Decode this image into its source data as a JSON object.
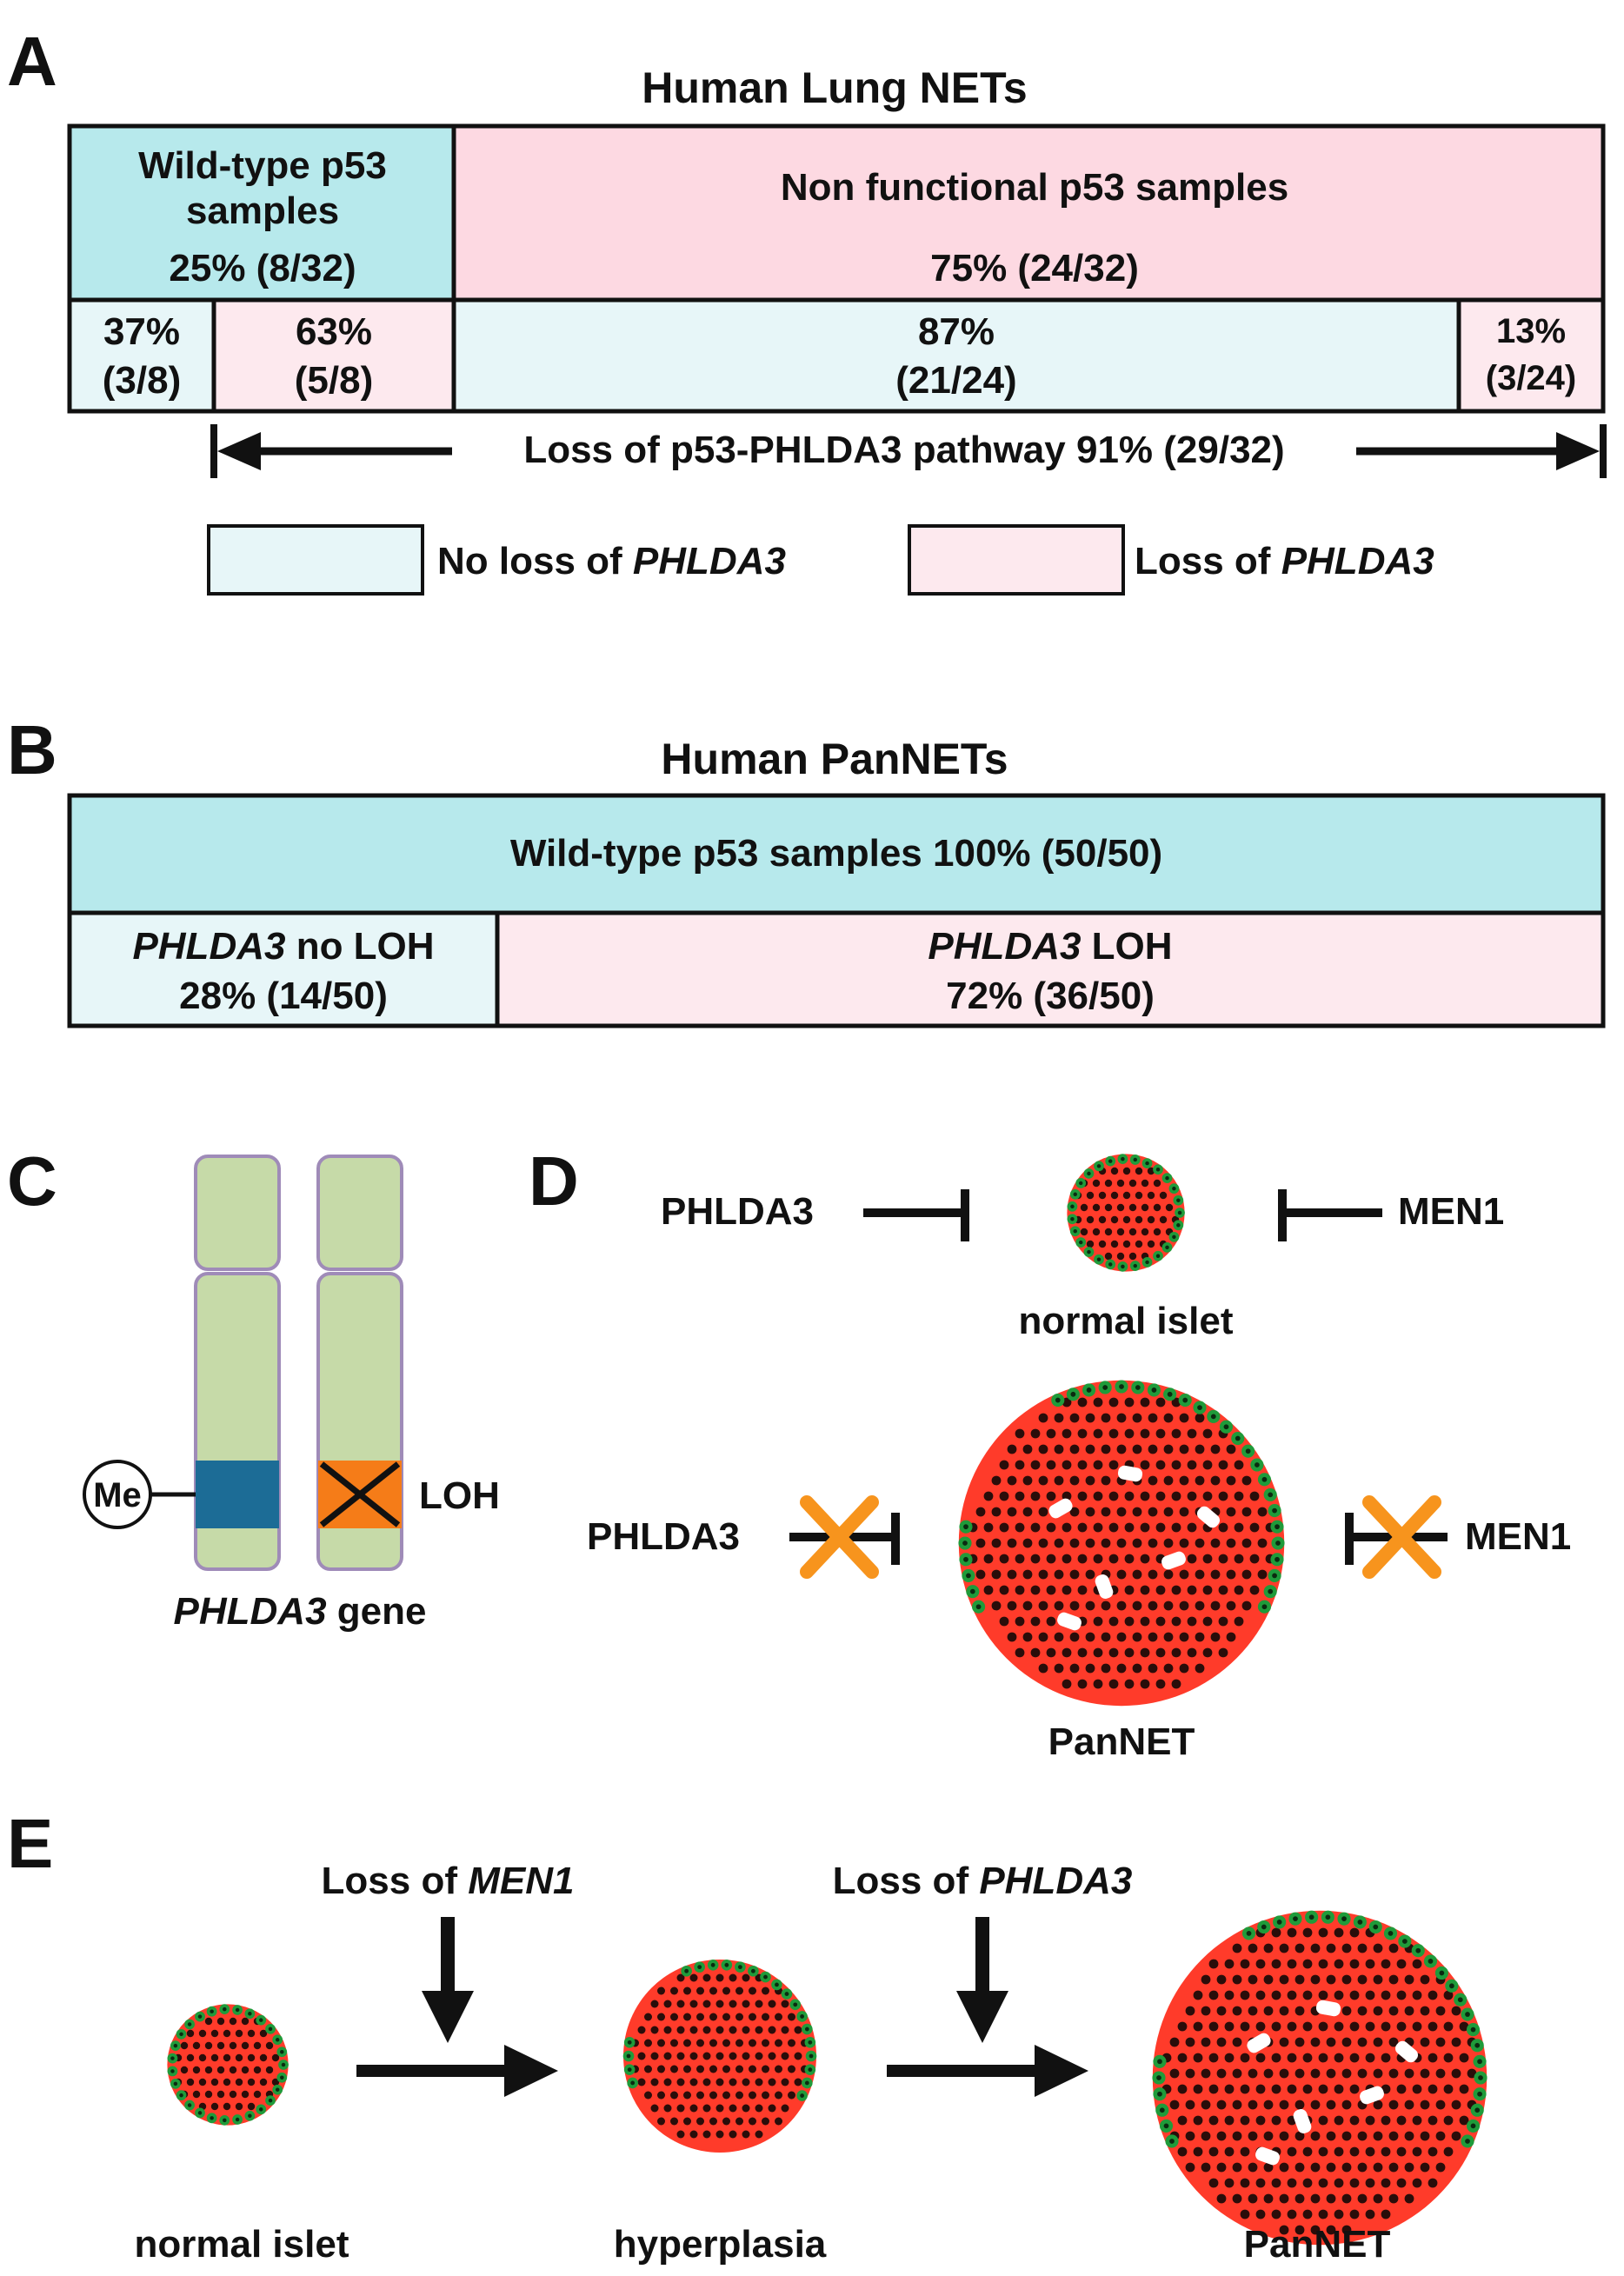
{
  "colors": {
    "wildtype_fill": "#b7e9ec",
    "nonfunctional_fill": "#fdd9e2",
    "no_loss_fill": "#e7f6f8",
    "loss_fill": "#fde9ee",
    "chromosome_fill": "#c6daa8",
    "chromosome_outline": "#9f8bb8",
    "methylation_band": "#1c6c96",
    "loh_band": "#f57c18",
    "cross_orange": "#f7941d",
    "cell_red": "#ff3b2a",
    "cell_green": "#1f9b3a"
  },
  "panel_a": {
    "letter": "A",
    "title": "Human Lung NETs",
    "wildtype": {
      "line1": "Wild-type p53",
      "line2": "samples",
      "stat": "25% (8/32)"
    },
    "nonfunctional": {
      "label": "Non functional p53 samples",
      "stat": "75% (24/32)"
    },
    "sub": [
      {
        "pct": "37%",
        "frac": "(3/8)"
      },
      {
        "pct": "63%",
        "frac": "(5/8)"
      },
      {
        "pct": "87%",
        "frac": "(21/24)"
      },
      {
        "pct": "13%",
        "frac": "(3/24)"
      }
    ],
    "pathway": "Loss of p53-PHLDA3 pathway 91% (29/32)",
    "legend": {
      "no_loss_prefix": "No loss of ",
      "no_loss_gene": "PHLDA3",
      "loss_prefix": "Loss of ",
      "loss_gene": "PHLDA3"
    }
  },
  "panel_b": {
    "letter": "B",
    "title": "Human PanNETs",
    "wildtype": "Wild-type p53 samples 100% (50/50)",
    "no_loh": {
      "gene": "PHLDA3",
      "suffix": " no LOH",
      "stat": "28% (14/50)"
    },
    "loh": {
      "gene": "PHLDA3",
      "suffix": " LOH",
      "stat": "72% (36/50)"
    }
  },
  "panel_c": {
    "letter": "C",
    "me": "Me",
    "loh": "LOH",
    "gene_italic": "PHLDA3",
    "gene_suffix": " gene"
  },
  "panel_d": {
    "letter": "D",
    "phlda3": "PHLDA3",
    "men1": "MEN1",
    "normal": "normal islet",
    "phlda3_lost": "PHLDA3",
    "men1_lost": "MEN1",
    "pannet": "PanNET"
  },
  "panel_e": {
    "letter": "E",
    "loss1_prefix": "Loss of ",
    "loss1_gene": "MEN1",
    "loss2_prefix": "Loss of ",
    "loss2_gene": "PHLDA3",
    "stage1": "normal islet",
    "stage2": "hyperplasia",
    "stage3": "PanNET"
  }
}
